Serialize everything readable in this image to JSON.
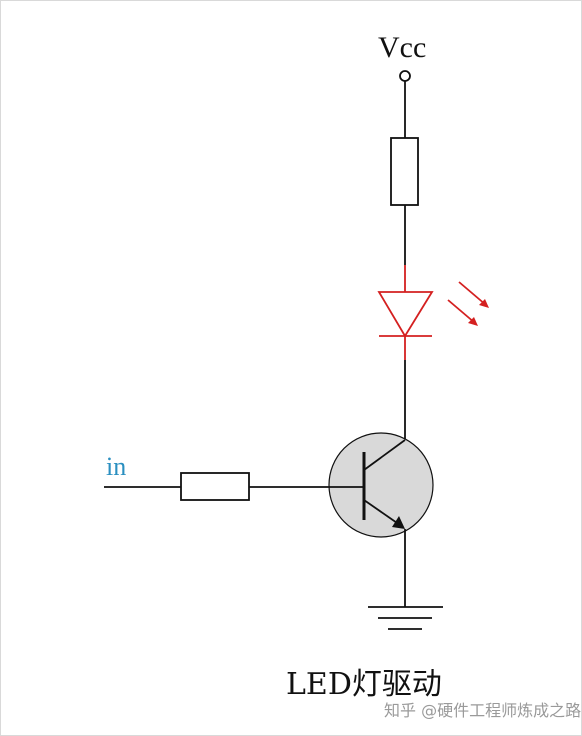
{
  "labels": {
    "vcc": "Vcc",
    "input": "in",
    "caption": "LED灯驱动",
    "watermark": "知乎 @硬件工程师炼成之路"
  },
  "colors": {
    "wire": "#111111",
    "led": "#d42020",
    "input_label": "#2a8fc0",
    "transistor_fill": "#d9d9d9",
    "watermark": "#9a9a9a"
  },
  "components": [
    "vcc-terminal",
    "collector-resistor",
    "led",
    "npn-transistor",
    "base-resistor",
    "ground"
  ]
}
